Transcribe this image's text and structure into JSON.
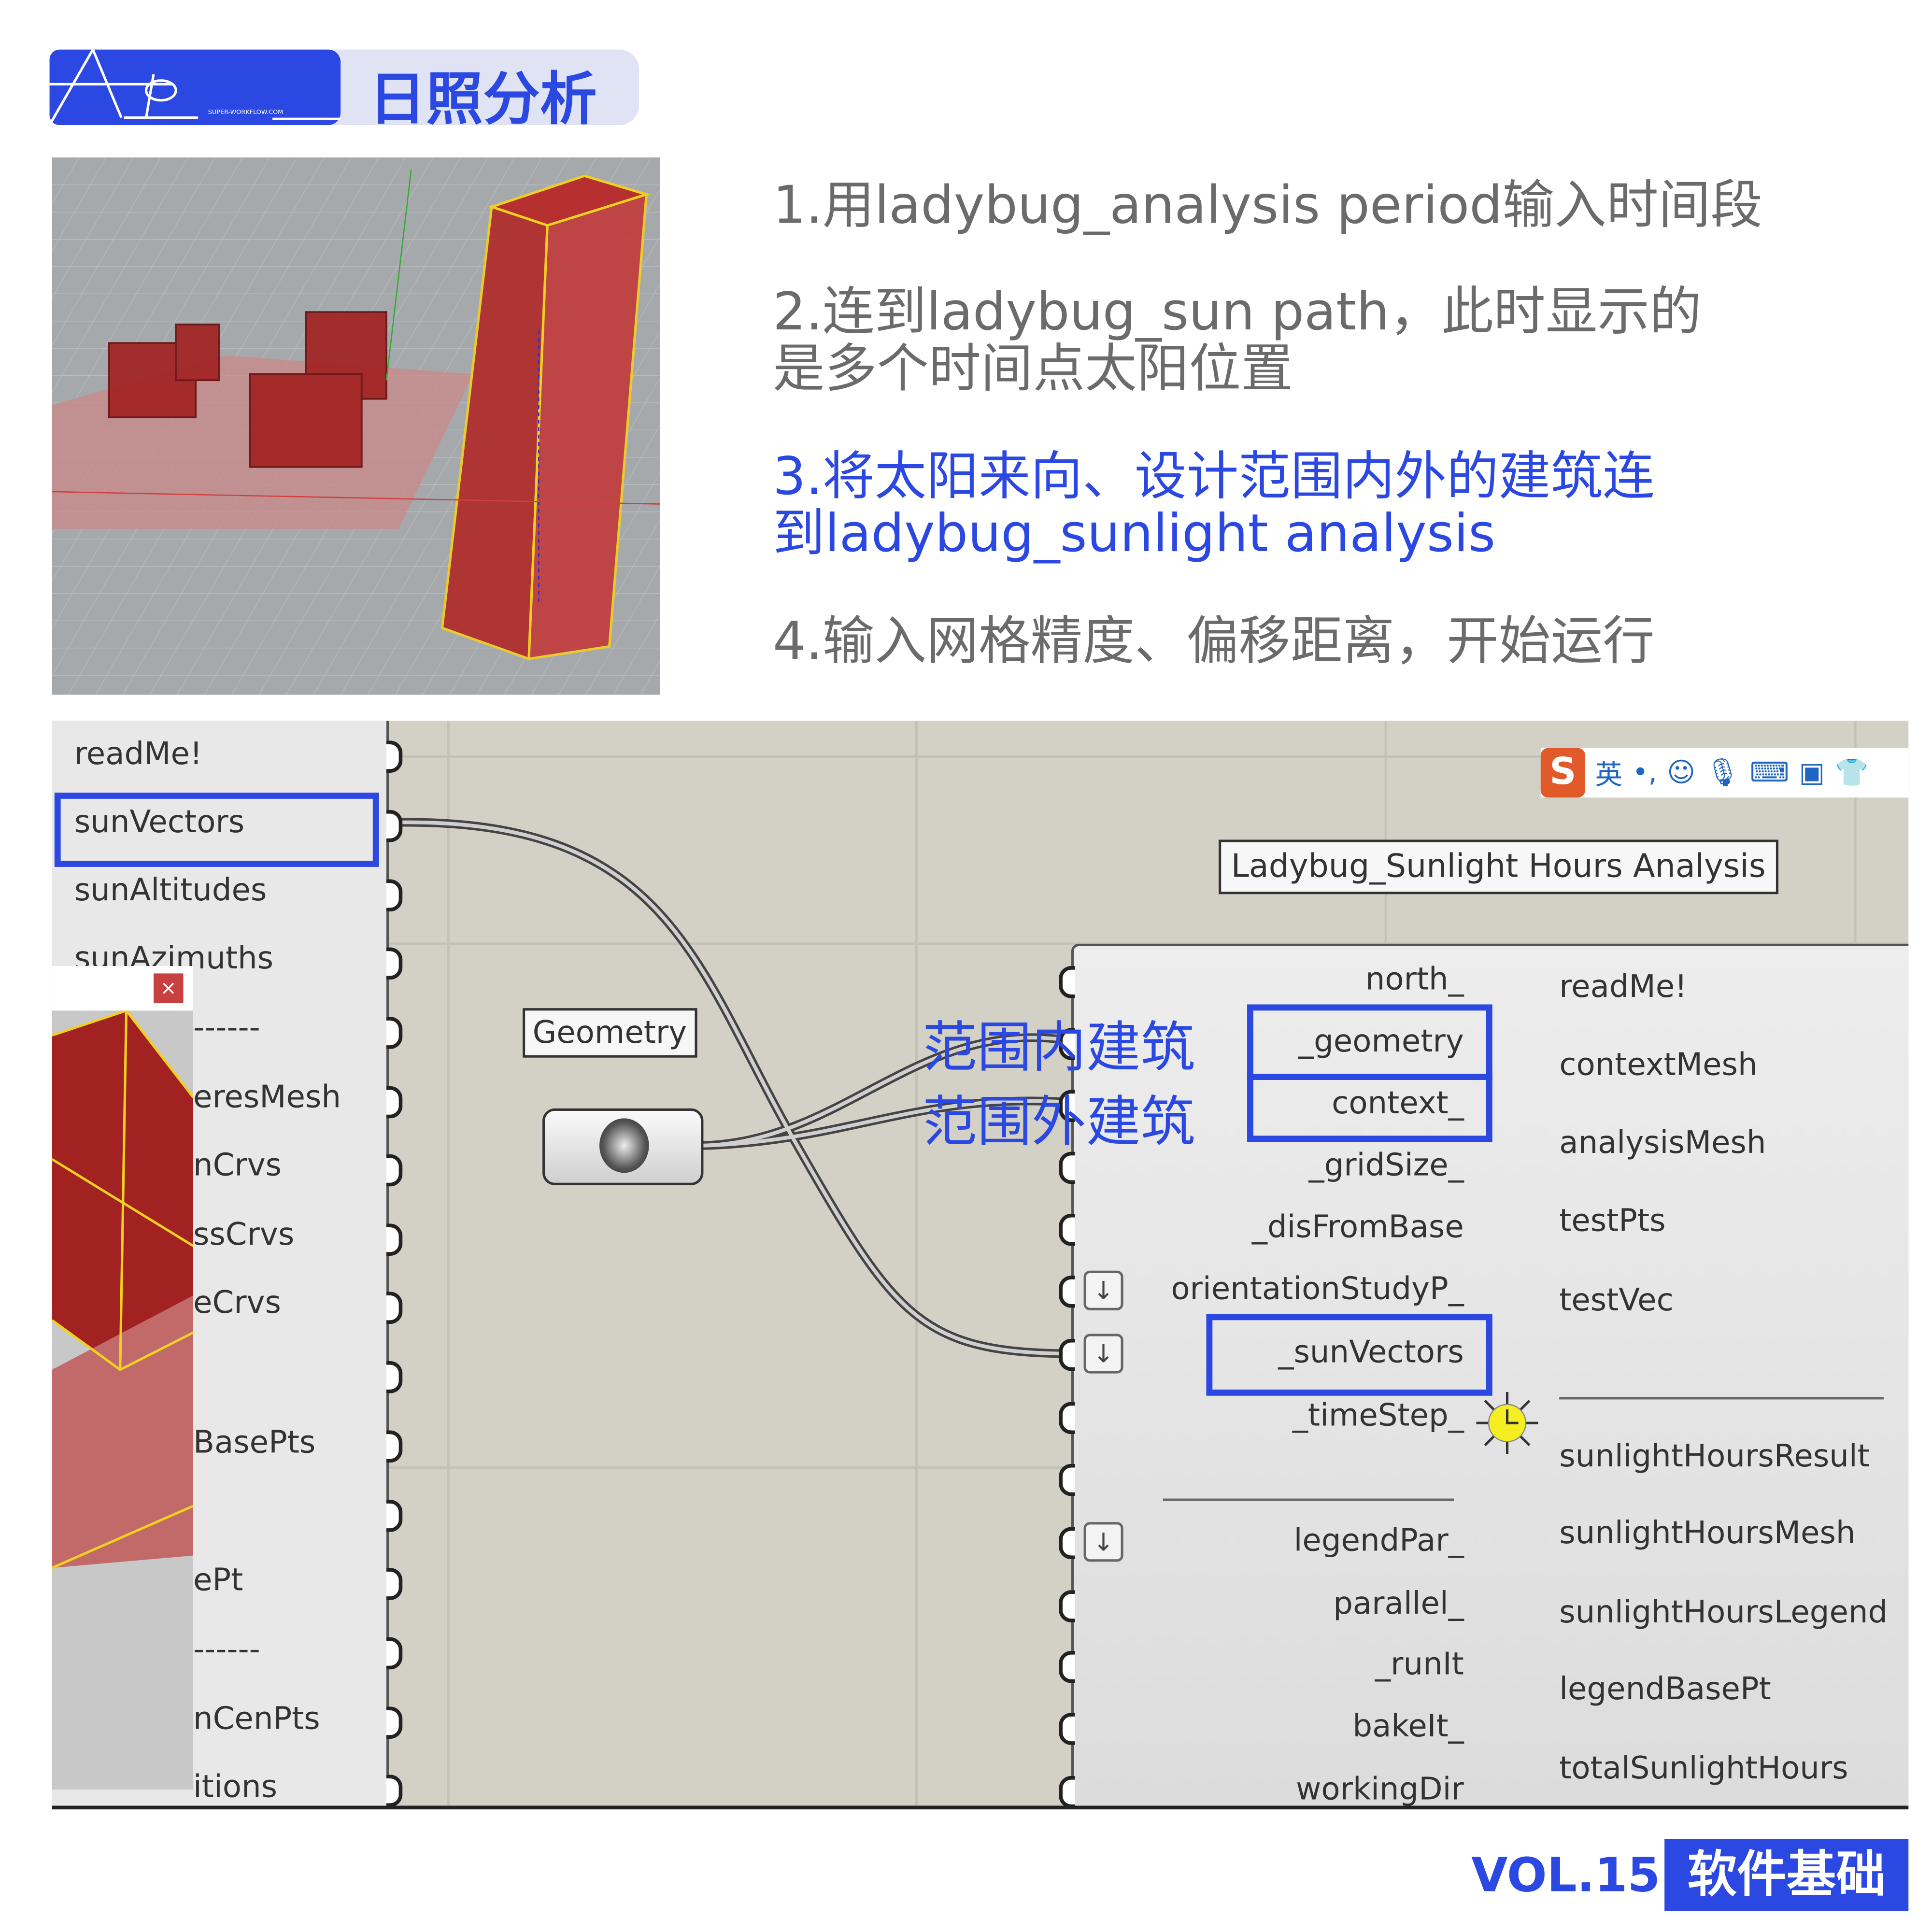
{
  "header": {
    "title": "日照分析",
    "logo_text": "SUPER-WORKFLOW.COM",
    "accent": "#2b48e2"
  },
  "steps": [
    "1.用ladybug_analysis period输入时间段",
    "2.连到ladybug_sun path，此时显示的\n是多个时间点太阳位置",
    "3.将太阳来向、设计范围内外的建筑连\n到ladybug_sunlight analysis",
    "4.输入网格精度、偏移距离，开始运行"
  ],
  "left_panel": {
    "items": [
      "readMe!",
      "sunVectors",
      "sunAltitudes",
      "sunAzimuths"
    ],
    "partial_items": [
      "------",
      "eresMesh",
      "nCrvs",
      "ssCrvs",
      "eCrvs",
      "BasePts",
      "ePt",
      "------",
      "nCenPts",
      "itions"
    ]
  },
  "geometry_param": {
    "label": "Geometry"
  },
  "component": {
    "title": "Ladybug_Sunlight Hours Analysis",
    "inputs": [
      "north_",
      "_geometry",
      "context_",
      "_gridSize_",
      "_disFromBase",
      "orientationStudyP_",
      "_sunVectors",
      "_timeStep_",
      "legendPar_",
      "parallel_",
      "_runIt",
      "bakeIt_",
      "workingDir"
    ],
    "outputs": [
      "readMe!",
      "contextMesh",
      "analysisMesh",
      "testPts",
      "testVec",
      "sunlightHoursResult",
      "sunlightHoursMesh",
      "sunlightHoursLegend",
      "legendBasePt",
      "totalSunlightHours"
    ]
  },
  "annotations": {
    "inside": "范围内建筑",
    "outside": "范围外建筑"
  },
  "ime": {
    "logo": "S",
    "lang": "英"
  },
  "footer": {
    "vol": "VOL.15",
    "category": "软件基础"
  }
}
